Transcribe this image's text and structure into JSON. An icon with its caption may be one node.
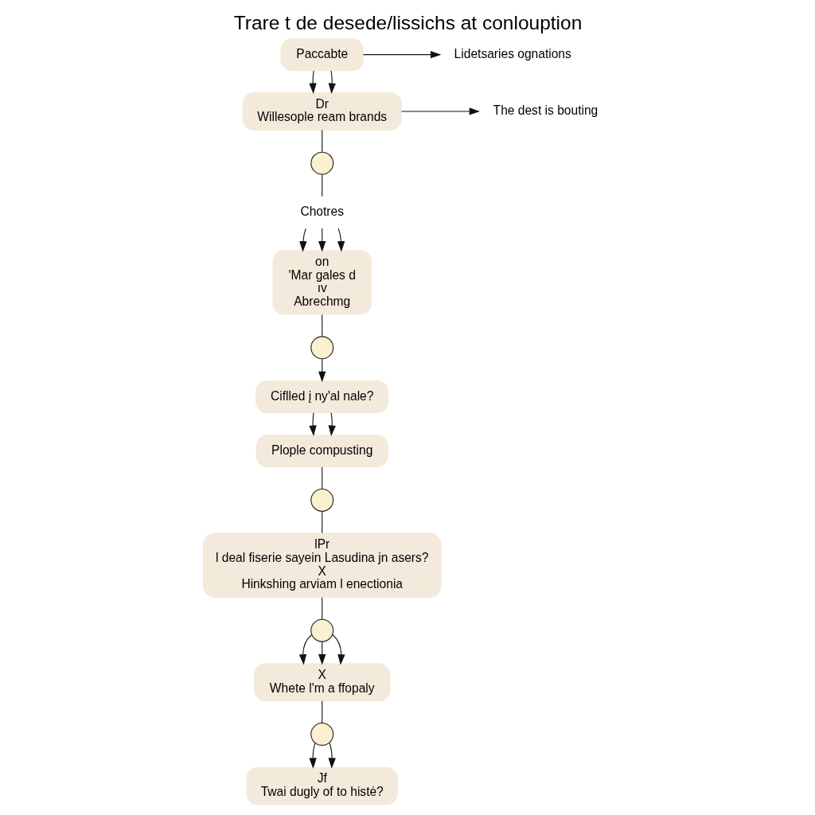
{
  "diagram": {
    "title": "Trare t de desede/lissichs at conlouption",
    "nodes": [
      {
        "text": [
          "Paccabte"
        ]
      },
      {
        "text": [
          "Lidetsaries ognations"
        ]
      },
      {
        "text": [
          "Dr",
          "Willesople ream brands"
        ]
      },
      {
        "text": [
          "The dest is bouting"
        ]
      },
      {
        "text": [],
        "shape": "circle"
      },
      {
        "text": [
          "Chotres"
        ]
      },
      {
        "text": [
          "on",
          "'Mar gales d",
          "ıv",
          "Abrechmg"
        ]
      },
      {
        "text": [],
        "shape": "circle"
      },
      {
        "text": [
          "Ciflled į ny'al nale?"
        ]
      },
      {
        "text": [
          "Plople compusting"
        ]
      },
      {
        "text": [],
        "shape": "circle"
      },
      {
        "text": [
          "lPr",
          "l deal fiserie sayein Lasudina jn asers?",
          "X",
          "Hinkshing arviam l enectionia"
        ]
      },
      {
        "text": [],
        "shape": "circle"
      },
      {
        "text": [
          "X",
          "Whete l'm a ffopaly"
        ]
      },
      {
        "text": [],
        "shape": "circle"
      },
      {
        "text": [
          "Jf",
          "Twai dugly of to histė?"
        ]
      }
    ],
    "edges": [
      {
        "from": 0,
        "to": 1,
        "arrow": "to"
      },
      {
        "from": 0,
        "to": 2,
        "arrow": "to"
      },
      {
        "from": 0,
        "to": 2,
        "arrow": "to"
      },
      {
        "from": 2,
        "to": 3,
        "arrow": "to"
      },
      {
        "from": 2,
        "to": 4,
        "arrow": "none"
      },
      {
        "from": 4,
        "to": 5,
        "arrow": "none"
      },
      {
        "from": 5,
        "to": 6,
        "arrow": "to"
      },
      {
        "from": 5,
        "to": 6,
        "arrow": "to"
      },
      {
        "from": 5,
        "to": 6,
        "arrow": "to"
      },
      {
        "from": 6,
        "to": 7,
        "arrow": "none"
      },
      {
        "from": 7,
        "to": 8,
        "arrow": "to"
      },
      {
        "from": 8,
        "to": 9,
        "arrow": "to"
      },
      {
        "from": 8,
        "to": 9,
        "arrow": "to"
      },
      {
        "from": 9,
        "to": 10,
        "arrow": "none"
      },
      {
        "from": 10,
        "to": 11,
        "arrow": "none"
      },
      {
        "from": 11,
        "to": 12,
        "arrow": "none"
      },
      {
        "from": 12,
        "to": 13,
        "arrow": "to"
      },
      {
        "from": 12,
        "to": 13,
        "arrow": "to"
      },
      {
        "from": 12,
        "to": 13,
        "arrow": "to"
      },
      {
        "from": 13,
        "to": 14,
        "arrow": "none"
      },
      {
        "from": 14,
        "to": 15,
        "arrow": "to"
      },
      {
        "from": 14,
        "to": 15,
        "arrow": "to"
      }
    ]
  }
}
